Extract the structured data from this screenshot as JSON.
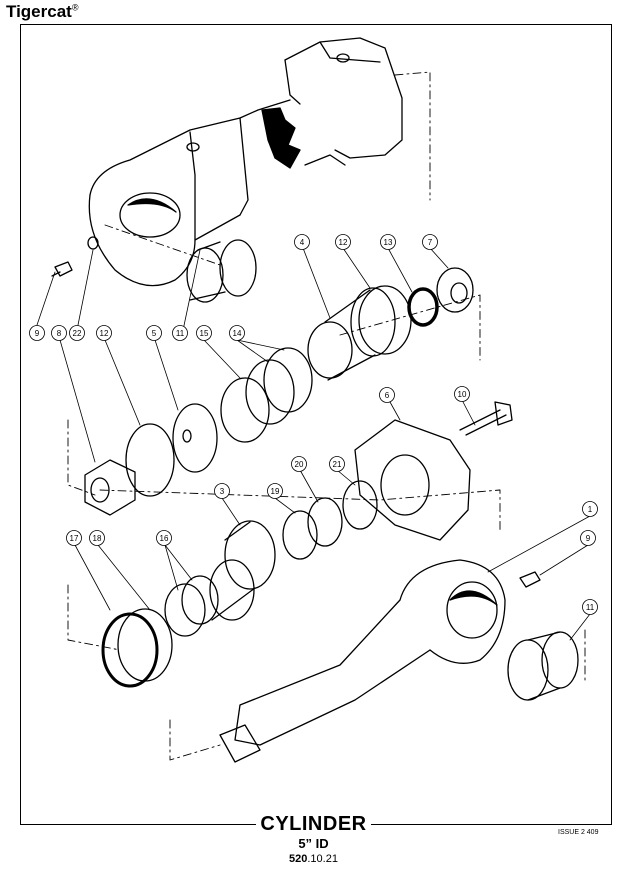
{
  "header": {
    "brand": "Tigercat",
    "reg_mark": "®"
  },
  "footer": {
    "title": "CYLINDER",
    "subtitle": "5” ID",
    "page_prefix": "520",
    "page_suffix": ".10.21",
    "issue": "ISSUE 2 409"
  },
  "callouts": [
    "9",
    "8",
    "22",
    "12",
    "5",
    "11",
    "15",
    "14",
    "4",
    "12",
    "13",
    "7",
    "6",
    "10",
    "3",
    "20",
    "21",
    "19",
    "17",
    "18",
    "16",
    "1",
    "9",
    "11"
  ]
}
